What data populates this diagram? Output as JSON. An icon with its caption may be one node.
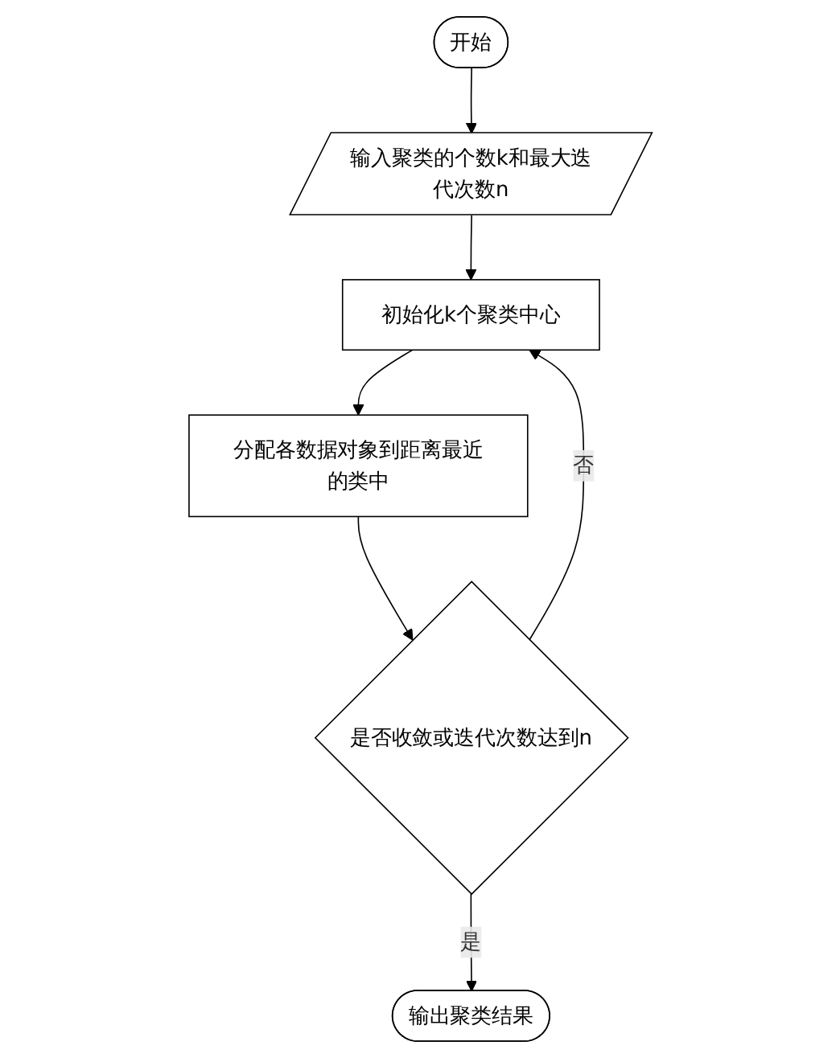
{
  "diagram": {
    "nodes": [
      {
        "text": [
          "开始"
        ]
      },
      {
        "text": [
          "输入聚类的个数k和最大迭代次数n"
        ]
      },
      {
        "text": [
          "初始化k个聚类中心"
        ]
      },
      {
        "text": [
          "分配各数据对象到距离最近的类中"
        ]
      },
      {
        "text": [
          "是否收敛或迭代次数达到n"
        ]
      },
      {
        "text": [
          "输出聚类结果"
        ]
      }
    ],
    "edges": [
      {
        "from": 0,
        "to": 1,
        "arrow": "to"
      },
      {
        "from": 1,
        "to": 2,
        "arrow": "to"
      },
      {
        "from": 2,
        "to": 3,
        "arrow": "to"
      },
      {
        "from": 3,
        "to": 4,
        "arrow": "to"
      },
      {
        "from": 4,
        "to": 2,
        "arrow": "to",
        "label": "否"
      },
      {
        "from": 4,
        "to": 5,
        "arrow": "to",
        "label": "是"
      }
    ]
  }
}
